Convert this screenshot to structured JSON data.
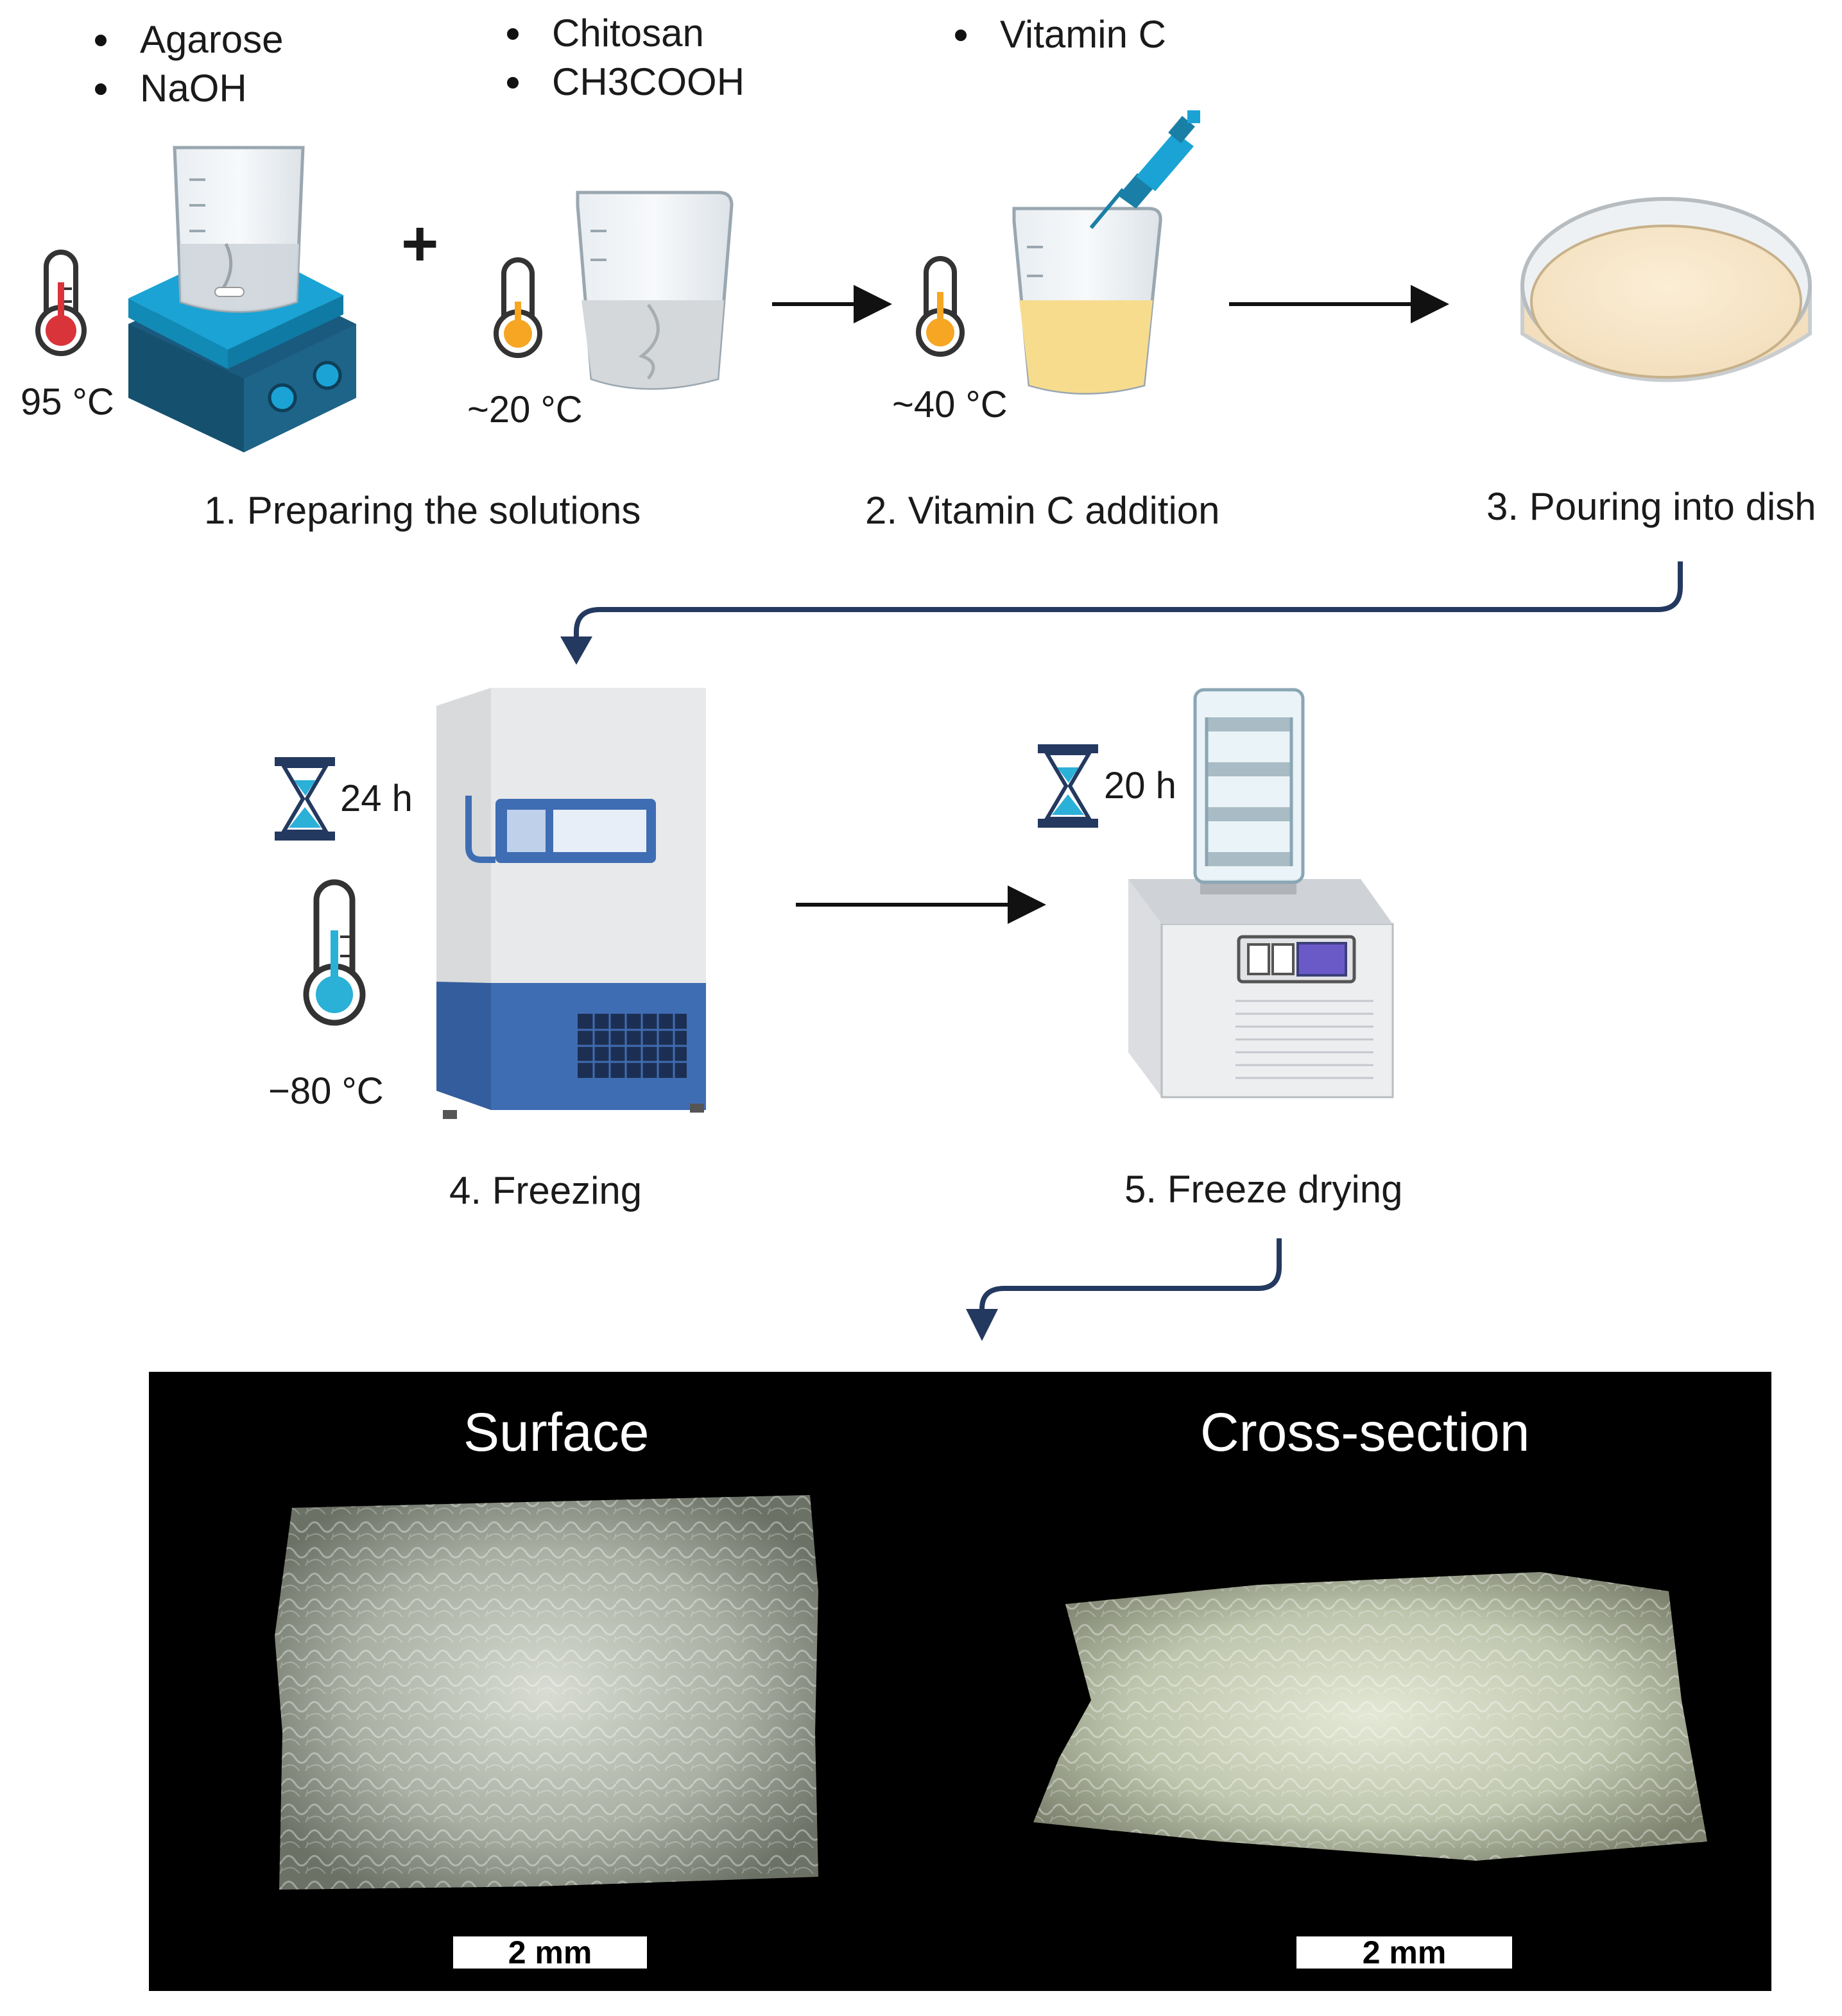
{
  "ingredients": {
    "group1": [
      "Agarose",
      "NaOH"
    ],
    "group2": [
      "Chitosan",
      "CH3COOH"
    ],
    "group3": [
      "Vitamin C"
    ]
  },
  "temperatures": {
    "hot": "95 °C",
    "room": "~20 °C",
    "warm": "~40 °C",
    "freeze": "−80 °C"
  },
  "times": {
    "freezing": "24 h",
    "drying": "20 h"
  },
  "plus_sign": "+",
  "steps": [
    "1.  Preparing the solutions",
    "2. Vitamin C addition",
    "3. Pouring into dish",
    "4. Freezing",
    "5. Freeze drying"
  ],
  "photos": {
    "surface_title": "Surface",
    "cross_title": "Cross-section",
    "scale_label": "2 mm"
  },
  "colors": {
    "arrow_blue": "#24395f",
    "hotplate_blue": "#1aa3d4",
    "freezer_blue": "#3f6db4",
    "hourglass_blue": "#2bb0d8",
    "thermo_red": "#d8343a",
    "thermo_orange": "#f6a623",
    "thermo_cold": "#2bb0d8",
    "vitamin_liquid": "#f8dc8e",
    "dish_fill": "#f7e6c6",
    "photo_bg": "#000000"
  }
}
